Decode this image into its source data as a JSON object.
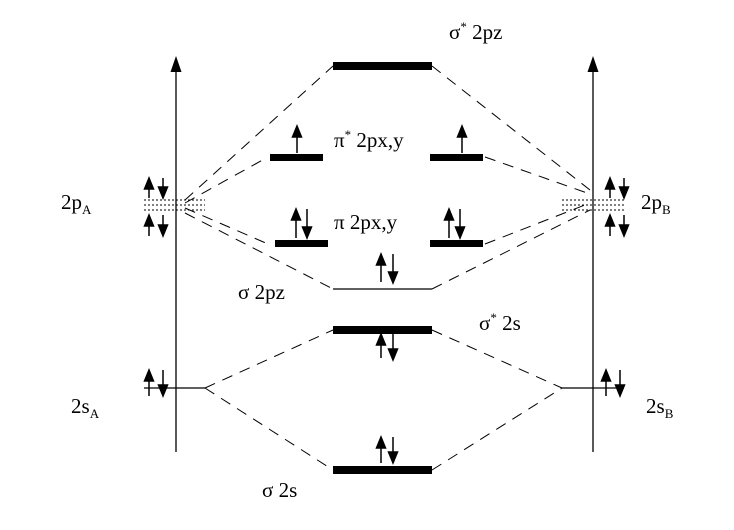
{
  "labels": {
    "sigma_star_2pz": {
      "main": "σ",
      "sup": "*",
      "rest": " 2pz"
    },
    "pi_star_2pxy": {
      "main": "π",
      "sup": "*",
      "rest": " 2px,y"
    },
    "pi_2pxy": {
      "text": "π 2px,y"
    },
    "sigma_2pz": {
      "text": "σ 2pz"
    },
    "sigma_star_2s": {
      "main": "σ",
      "sup": "*",
      "rest": " 2s"
    },
    "sigma_2s": {
      "text": "σ 2s"
    },
    "atom_a_2p": {
      "main": "2p",
      "sub": "A"
    },
    "atom_b_2p": {
      "main": "2p",
      "sub": "B"
    },
    "atom_a_2s": {
      "main": "2s",
      "sub": "A"
    },
    "atom_b_2s": {
      "main": "2s",
      "sub": "B"
    }
  },
  "orbitals": {
    "sigma_star_2pz": {
      "electrons": 0,
      "degenerate": 1
    },
    "pi_star_2pxy": {
      "electrons": 2,
      "degenerate": 2,
      "occupancy": [
        "up",
        "up"
      ]
    },
    "pi_2pxy": {
      "electrons": 4,
      "degenerate": 2,
      "occupancy": [
        "pair",
        "pair"
      ]
    },
    "sigma_2pz": {
      "electrons": 2,
      "degenerate": 1,
      "occupancy": [
        "pair"
      ]
    },
    "sigma_star_2s": {
      "electrons": 2,
      "degenerate": 1,
      "occupancy": [
        "pair"
      ]
    },
    "sigma_2s": {
      "electrons": 2,
      "degenerate": 1,
      "occupancy": [
        "pair"
      ]
    },
    "atom_a_2p": {
      "electrons": 4,
      "degenerate": 3
    },
    "atom_b_2p": {
      "electrons": 4,
      "degenerate": 3
    },
    "atom_a_2s": {
      "electrons": 2,
      "degenerate": 1,
      "occupancy": [
        "pair"
      ]
    },
    "atom_b_2s": {
      "electrons": 2,
      "degenerate": 1,
      "occupancy": [
        "pair"
      ]
    }
  }
}
